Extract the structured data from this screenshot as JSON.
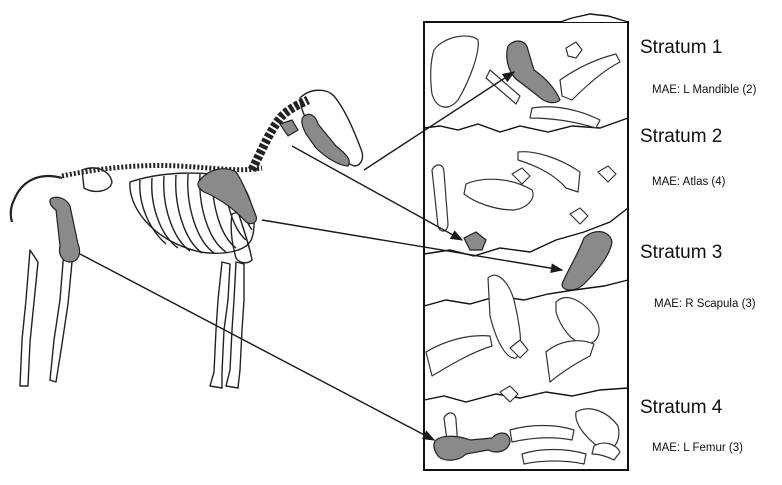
{
  "strata": [
    {
      "title": "Stratum 1",
      "mae": "MAE: L Mandible (2)"
    },
    {
      "title": "Stratum 2",
      "mae": "MAE: Atlas (4)"
    },
    {
      "title": "Stratum 3",
      "mae": "MAE: R Scapula (3)"
    },
    {
      "title": "Stratum 4",
      "mae": "MAE: L Femur (3)"
    }
  ],
  "colors": {
    "highlight": "#8a8a8a",
    "line": "#1a1a1a",
    "background": "#ffffff"
  }
}
